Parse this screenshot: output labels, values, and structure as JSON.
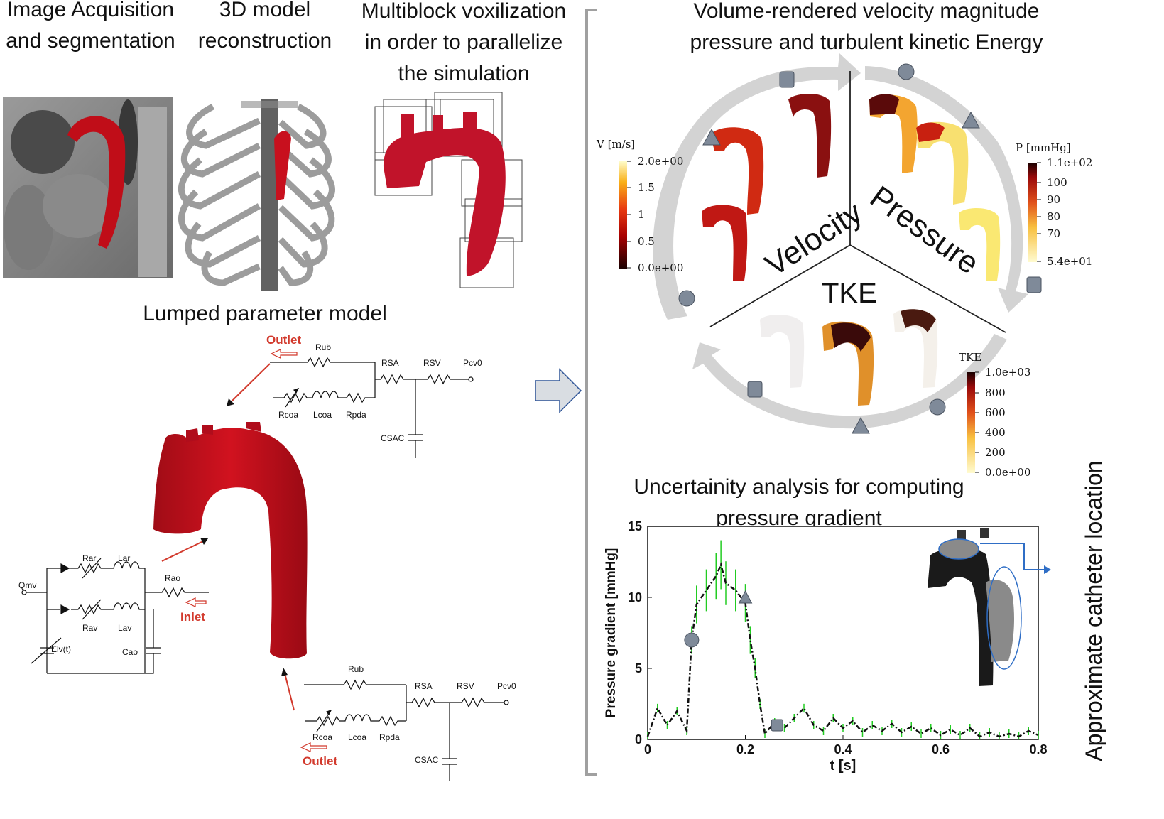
{
  "headers": {
    "image_acq_1": "Image Acquisition",
    "image_acq_2": "and segmentation",
    "model_1": "3D model",
    "model_2": "reconstruction",
    "multiblock_1": "Multiblock voxilization",
    "multiblock_2": "in order to parallelize",
    "multiblock_3": "the simulation",
    "lumped": "Lumped parameter model",
    "volume_1": "Volume-rendered velocity magnitude",
    "volume_2": "pressure and turbulent kinetic Energy",
    "uncert_1": "Uncertainity analysis for computing",
    "uncert_2": "pressure gradient",
    "catheter": "Approximate catheter location"
  },
  "circuit_top": {
    "outlet": "Outlet",
    "rub": "Rub",
    "rsa": "RSA",
    "rsv": "RSV",
    "pcv": "Pcv0",
    "rcoa": "Rcoa",
    "lcoa": "Lcoa",
    "rpda": "Rpda",
    "csac": "CSAC"
  },
  "circuit_left": {
    "qmv": "Qmv",
    "rar": "Rar",
    "lar": "Lar",
    "rav": "Rav",
    "lav": "Lav",
    "rao": "Rao",
    "inlet": "Inlet",
    "elv": "Elv(t)",
    "cao": "Cao"
  },
  "circuit_bottom": {
    "outlet": "Outlet",
    "rub": "Rub",
    "rsa": "RSA",
    "rsv": "RSV",
    "pcv": "Pcv0",
    "rcoa": "Rcoa",
    "lcoa": "Lcoa",
    "rpda": "Rpda",
    "csac": "CSAC"
  },
  "wheel": {
    "velocity": "Velocity",
    "pressure": "Pressure",
    "tke": "TKE"
  },
  "colorbars": {
    "velocity": {
      "title": "V [m/s]",
      "ticks": [
        "2.0e+00",
        "1.5",
        "1",
        "0.5",
        "0.0e+00"
      ]
    },
    "pressure": {
      "title": "P [mmHg]",
      "ticks": [
        "1.1e+02",
        "100",
        "90",
        "80",
        "70",
        "5.4e+01"
      ]
    },
    "tke": {
      "title": "TKE",
      "ticks": [
        "1.0e+03",
        "800",
        "600",
        "400",
        "200",
        "0.0e+00"
      ]
    }
  },
  "colors": {
    "aorta_red": "#c8101e",
    "arrow_gray": "#d3d3d3",
    "marker_gray": "#7f8a99",
    "trace_green": "#22cc22",
    "link_blue": "#2f6ec6"
  },
  "chart_data": {
    "type": "line",
    "xlabel": "t [s]",
    "ylabel": "Pressure gradient [mmHg]",
    "xlim": [
      0,
      0.8
    ],
    "ylim": [
      0,
      15
    ],
    "xticks": [
      "0",
      "0.2",
      "0.4",
      "0.6",
      "0.8"
    ],
    "yticks": [
      "0",
      "5",
      "10",
      "15"
    ],
    "x": [
      0.0,
      0.02,
      0.04,
      0.06,
      0.08,
      0.09,
      0.1,
      0.12,
      0.14,
      0.15,
      0.16,
      0.18,
      0.2,
      0.21,
      0.22,
      0.23,
      0.24,
      0.26,
      0.28,
      0.3,
      0.32,
      0.34,
      0.36,
      0.38,
      0.4,
      0.42,
      0.44,
      0.46,
      0.48,
      0.5,
      0.52,
      0.54,
      0.56,
      0.58,
      0.6,
      0.62,
      0.64,
      0.66,
      0.68,
      0.7,
      0.72,
      0.74,
      0.76,
      0.78,
      0.8
    ],
    "series": [
      {
        "values": [
          0.2,
          2.2,
          1.0,
          2.0,
          0.6,
          7.0,
          9.5,
          10.5,
          11.5,
          12.3,
          11.0,
          10.5,
          9.6,
          7.0,
          5.0,
          2.5,
          0.4,
          1.2,
          0.8,
          1.5,
          2.2,
          1.0,
          0.6,
          1.5,
          0.8,
          1.3,
          0.5,
          1.0,
          0.6,
          1.1,
          0.5,
          0.9,
          0.4,
          0.8,
          0.3,
          0.7,
          0.3,
          0.8,
          0.2,
          0.5,
          0.2,
          0.4,
          0.2,
          0.6,
          0.3
        ]
      }
    ],
    "markers": [
      {
        "shape": "circle",
        "x": 0.09,
        "y": 7.0
      },
      {
        "shape": "triangle",
        "x": 0.2,
        "y": 10.0
      },
      {
        "shape": "square",
        "x": 0.265,
        "y": 1.0
      }
    ]
  }
}
